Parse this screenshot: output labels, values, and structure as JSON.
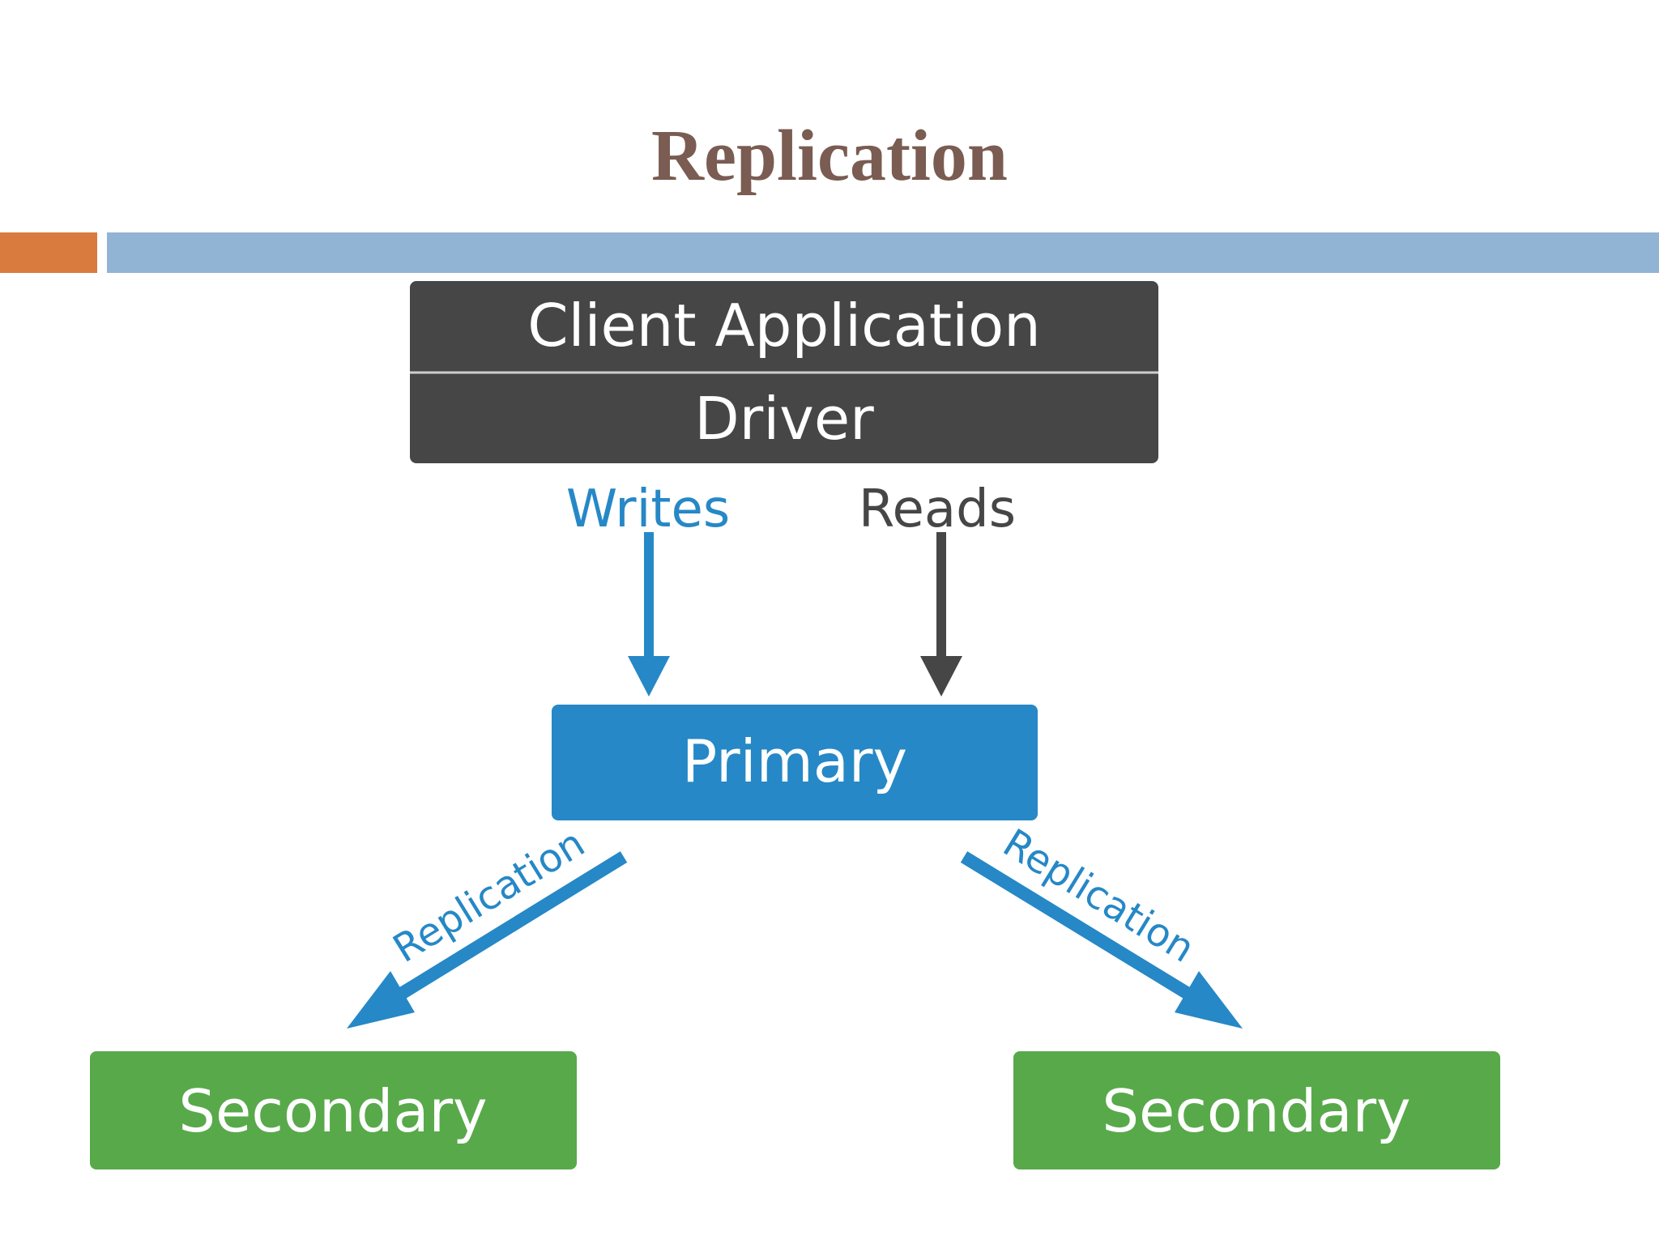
{
  "slide": {
    "title": "Replication",
    "colors": {
      "title": "#7a5c52",
      "accent_bar": "#d97a3f",
      "main_bar": "#92b4d4"
    }
  },
  "diagram": {
    "client": {
      "application_label": "Client Application",
      "driver_label": "Driver",
      "color": "#474646"
    },
    "writes_label": "Writes",
    "reads_label": "Reads",
    "primary": {
      "label": "Primary",
      "color": "#2688c6"
    },
    "replication_left_label": "Replication",
    "replication_right_label": "Replication",
    "secondary_left": {
      "label": "Secondary",
      "color": "#58a94a"
    },
    "secondary_right": {
      "label": "Secondary",
      "color": "#58a94a"
    },
    "colors": {
      "writes": "#2688c6",
      "reads": "#474646",
      "replication": "#2688c6"
    }
  }
}
